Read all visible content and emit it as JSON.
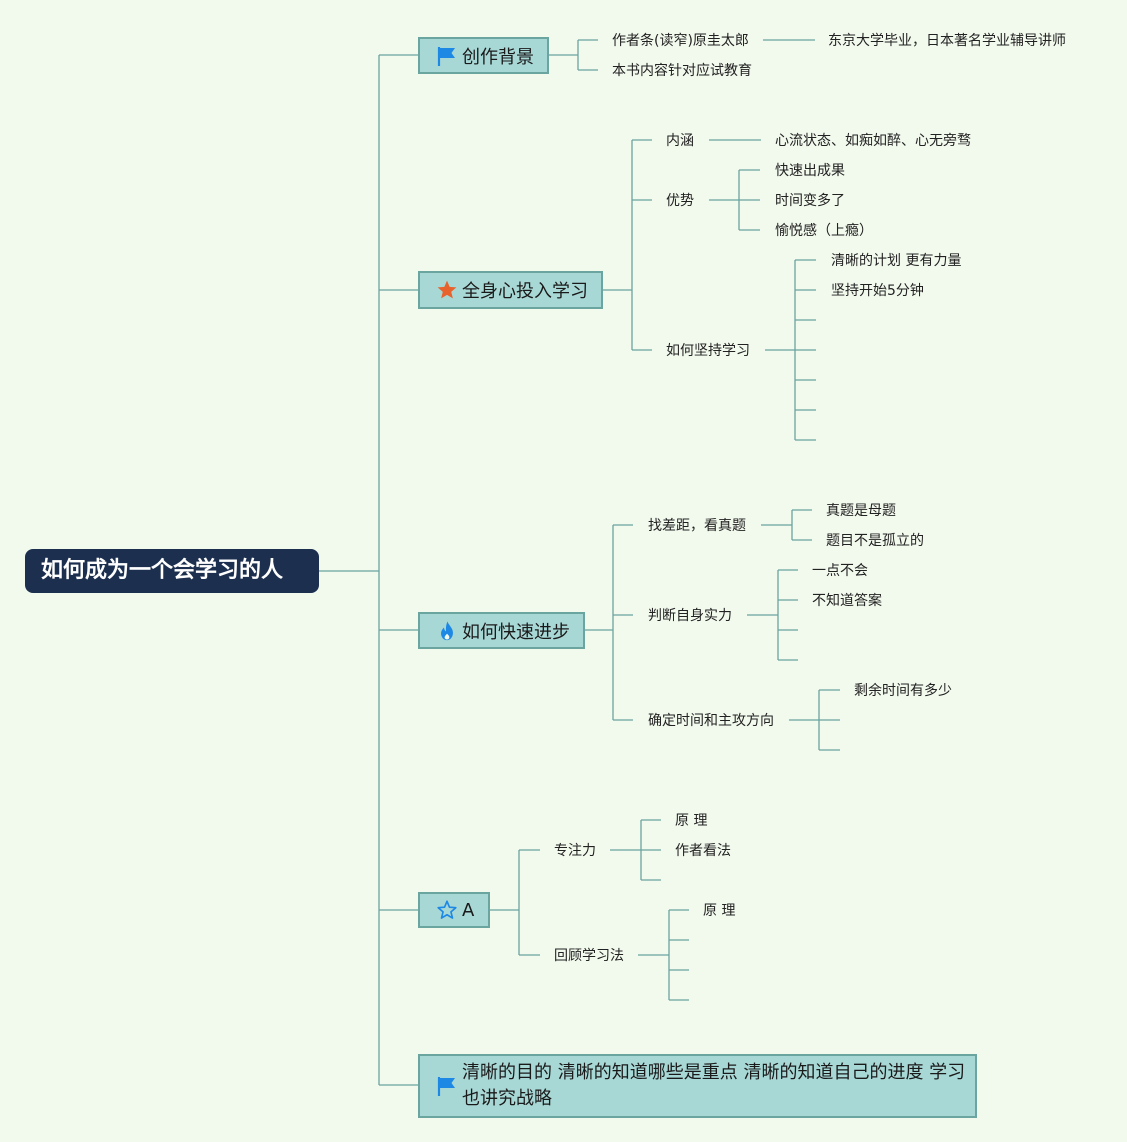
{
  "root": {
    "label": "如何成为一个会学习的人"
  },
  "colors": {
    "background": "#f2f9ed",
    "root_fill": "#1c2f4f",
    "topic_fill": "#a8d8d5",
    "topic_border": "#6aa5a0",
    "connector": "#6aa5a0",
    "flag_icon": "#1e88e5",
    "star_filled_icon": "#e8622e",
    "fire_icon": "#1e88e5",
    "star_outline_icon": "#1e88e5"
  },
  "topics": [
    {
      "label": "创作背景",
      "icon": "flag-icon",
      "children": [
        {
          "label": "作者条(读窄)原圭太郎",
          "children": [
            {
              "label": "东京大学毕业，日本著名学业辅导讲师"
            }
          ]
        },
        {
          "label": "本书内容针对应试教育"
        }
      ]
    },
    {
      "label": "全身心投入学习",
      "icon": "star-filled-icon",
      "children": [
        {
          "label": "内涵",
          "children": [
            {
              "label": "心流状态、如痴如醉、心无旁骛"
            }
          ]
        },
        {
          "label": "优势",
          "children": [
            {
              "label": "快速出成果"
            },
            {
              "label": "时间变多了"
            },
            {
              "label": "愉悦感（上瘾）"
            }
          ]
        },
        {
          "label": "如何坚持学习",
          "children": [
            {
              "label": "清晰的计划 更有力量"
            },
            {
              "label": "坚持开始5分钟"
            },
            {
              "label": ""
            },
            {
              "label": ""
            },
            {
              "label": ""
            },
            {
              "label": ""
            },
            {
              "label": ""
            }
          ]
        }
      ]
    },
    {
      "label": "如何快速进步",
      "icon": "fire-icon",
      "children": [
        {
          "label": "找差距，看真题",
          "children": [
            {
              "label": "真题是母题"
            },
            {
              "label": "题目不是孤立的"
            }
          ]
        },
        {
          "label": "判断自身实力",
          "children": [
            {
              "label": "一点不会"
            },
            {
              "label": "不知道答案"
            },
            {
              "label": ""
            },
            {
              "label": ""
            }
          ]
        },
        {
          "label": "确定时间和主攻方向",
          "children": [
            {
              "label": "剩余时间有多少"
            },
            {
              "label": ""
            },
            {
              "label": ""
            }
          ]
        }
      ]
    },
    {
      "label": "A",
      "icon": "star-outline-icon",
      "children": [
        {
          "label": "专注力",
          "children": [
            {
              "label": "原 理"
            },
            {
              "label": "作者看法"
            },
            {
              "label": ""
            }
          ]
        },
        {
          "label": "回顾学习法",
          "children": [
            {
              "label": "原 理"
            },
            {
              "label": ""
            },
            {
              "label": ""
            },
            {
              "label": ""
            }
          ]
        }
      ]
    },
    {
      "label": "清晰的目的 清晰的知道哪些是重点 清晰的知道自己的进度 学习也讲究战略",
      "icon": "flag-icon",
      "children": []
    }
  ]
}
